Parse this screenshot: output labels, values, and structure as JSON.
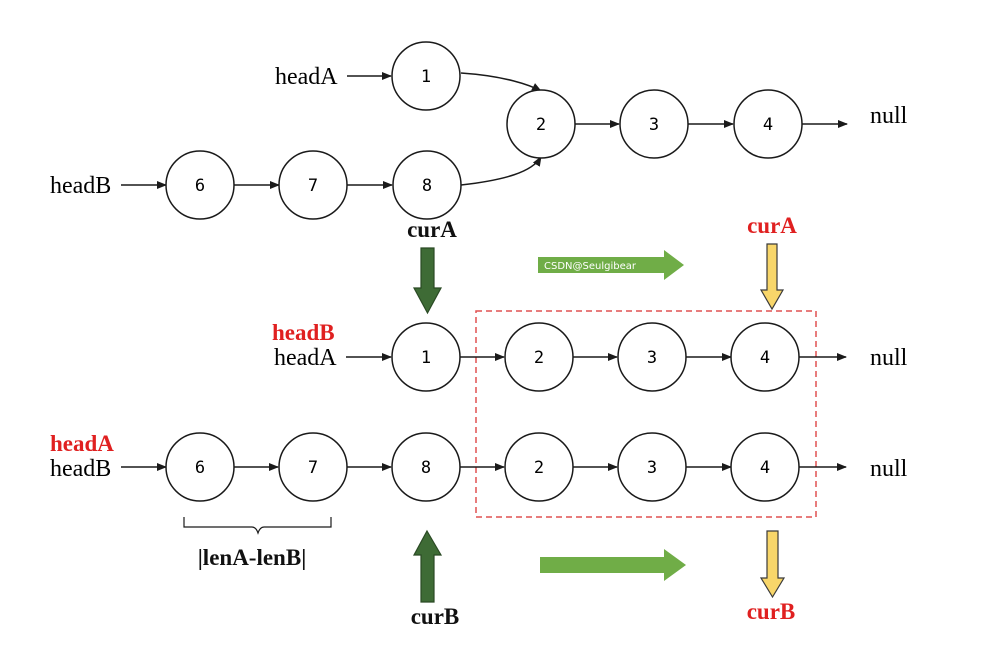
{
  "colors": {
    "line": "#1a1a1a",
    "highlight_red": "#e02020",
    "dashed_box": "#e05050",
    "arrow_dark_green": "#3e6b35",
    "arrow_light_green": "#70ad47",
    "arrow_yellow": "#f8d66a"
  },
  "top": {
    "headA_label": "headA",
    "headB_label": "headB",
    "nodes": [
      "1",
      "2",
      "3",
      "4",
      "6",
      "7",
      "8"
    ],
    "null_label": "null"
  },
  "bottom": {
    "row_a": {
      "red_label": "headB",
      "label": "headA",
      "nodes": [
        "1",
        "2",
        "3",
        "4"
      ],
      "null_label": "null"
    },
    "row_b": {
      "red_label": "headA",
      "label": "headB",
      "nodes": [
        "6",
        "7",
        "8",
        "2",
        "3",
        "4"
      ],
      "null_label": "null"
    }
  },
  "pointers": {
    "curA_left": "curA",
    "curA_right": "curA",
    "curB_left": "curB",
    "curB_right": "curB"
  },
  "brace_label": "|lenA-lenB|",
  "watermark": "CSDN@Seulgibear",
  "icons": {
    "down_dark_green": "arrow-down-icon",
    "up_dark_green": "arrow-up-icon",
    "right_green": "arrow-right-icon",
    "down_yellow": "arrow-down-icon"
  }
}
